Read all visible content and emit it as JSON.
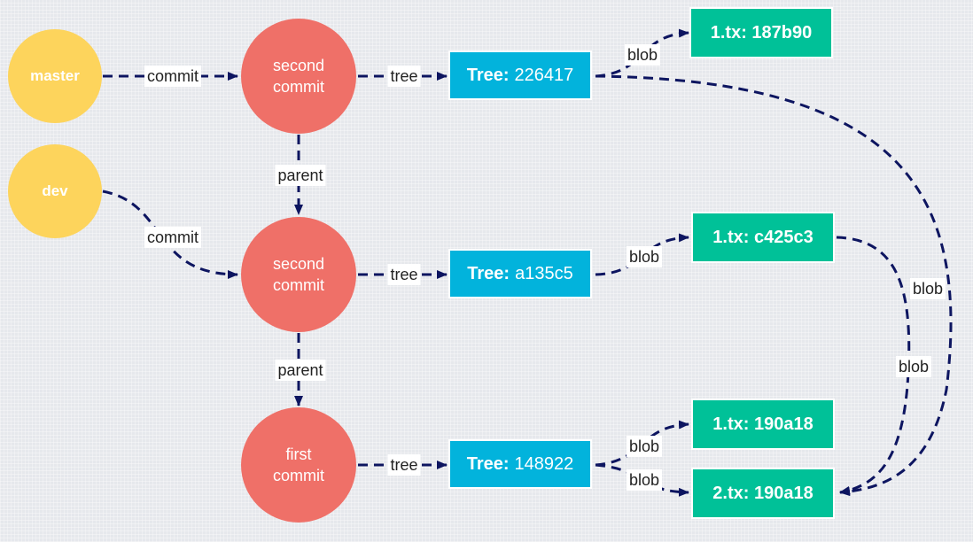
{
  "refs": {
    "master": "master",
    "dev": "dev"
  },
  "commits": {
    "c1": {
      "line1": "second",
      "line2": "commit"
    },
    "c2": {
      "line1": "second",
      "line2": "commit"
    },
    "c3": {
      "line1": "first",
      "line2": "commit"
    }
  },
  "trees": {
    "t1": {
      "prefix": "Tree:",
      "hash": "226417"
    },
    "t2": {
      "prefix": "Tree:",
      "hash": "a135c5"
    },
    "t3": {
      "prefix": "Tree:",
      "hash": "148922"
    }
  },
  "blobs": {
    "b1": "1.tx: 187b90",
    "b2": "1.tx: c425c3",
    "b3": "1.tx: 190a18",
    "b4": "2.tx: 190a18"
  },
  "edge_labels": {
    "commit": "commit",
    "tree": "tree",
    "parent": "parent",
    "blob": "blob"
  },
  "colors": {
    "ref": "#fdd45c",
    "commit": "#ef7068",
    "tree": "#02b3dc",
    "blob": "#00c198",
    "edge": "#0d1560"
  }
}
